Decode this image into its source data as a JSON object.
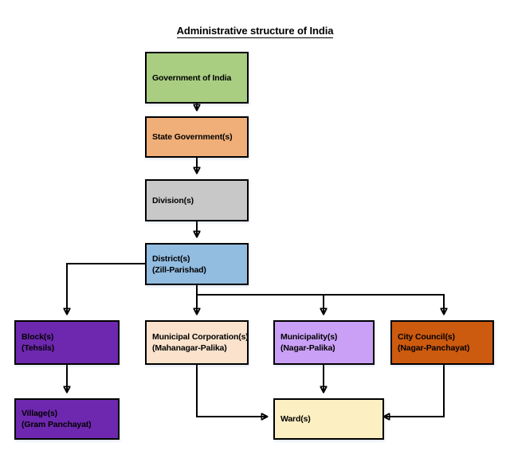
{
  "title": "Administrative structure of India",
  "colors": {
    "government": "#A9CE82",
    "state": "#F0AE78",
    "division": "#C8C8C8",
    "district": "#92BCE0",
    "block": "#6E28AF",
    "village": "#6E28AF",
    "municipal_corporation": "#FAE2CC",
    "municipality": "#C9A0F5",
    "city_council": "#CC5A0F",
    "ward": "#FCEFC2",
    "border": "#000000",
    "connector": "#000000"
  },
  "nodes": [
    {
      "id": "government",
      "line1": "Government of India",
      "line2": ""
    },
    {
      "id": "state",
      "line1": "State Government(s)",
      "line2": ""
    },
    {
      "id": "division",
      "line1": "Division(s)",
      "line2": ""
    },
    {
      "id": "district",
      "line1": "District(s)",
      "line2": "(Zill-Parishad)"
    },
    {
      "id": "block",
      "line1": "Block(s)",
      "line2": "(Tehsils)"
    },
    {
      "id": "village",
      "line1": "Village(s)",
      "line2": "(Gram Panchayat)"
    },
    {
      "id": "municipal_corporation",
      "line1": "Municipal Corporation(s)",
      "line2": "(Mahanagar-Palika)"
    },
    {
      "id": "municipality",
      "line1": "Municipality(s)",
      "line2": "(Nagar-Palika)"
    },
    {
      "id": "city_council",
      "line1": "City Council(s)",
      "line2": "(Nagar-Panchayat)"
    },
    {
      "id": "ward",
      "line1": "Ward(s)",
      "line2": ""
    }
  ],
  "edges": [
    {
      "from": "government",
      "to": "state"
    },
    {
      "from": "state",
      "to": "division"
    },
    {
      "from": "division",
      "to": "district"
    },
    {
      "from": "district",
      "to": "block"
    },
    {
      "from": "block",
      "to": "village"
    },
    {
      "from": "district",
      "to": "municipal_corporation"
    },
    {
      "from": "district",
      "to": "municipality"
    },
    {
      "from": "district",
      "to": "city_council"
    },
    {
      "from": "municipal_corporation",
      "to": "ward"
    },
    {
      "from": "municipality",
      "to": "ward"
    },
    {
      "from": "city_council",
      "to": "ward"
    }
  ]
}
